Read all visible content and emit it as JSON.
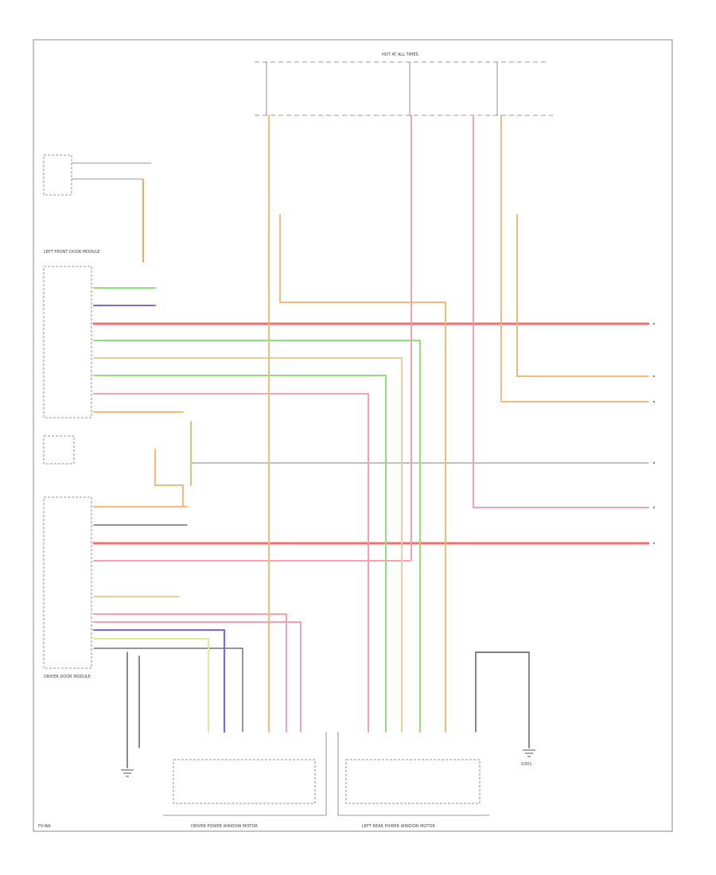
{
  "diagram": {
    "figure_id": "FV-WA",
    "module_labels": {
      "left_upper": "LEFT FRONT DOOR MODULE",
      "left_lower": "DRIVER DOOR MODULE",
      "bottom_left": "DRIVER POWER WINDOW MOTOR",
      "bottom_right": "LEFT REAR POWER WINDOW MOTOR",
      "top_bus": "HOT AT ALL TIMES",
      "ground": "G301"
    },
    "colors": {
      "red": "#ff6b6b",
      "pink": "#f7a0b4",
      "green": "#8ee07a",
      "blue": "#6f6cf2",
      "orange": "#f7b878",
      "tan": "#eccc9a",
      "yellow": "#e4ea8e",
      "black": "#555555",
      "gray": "#9a9a9a"
    }
  }
}
